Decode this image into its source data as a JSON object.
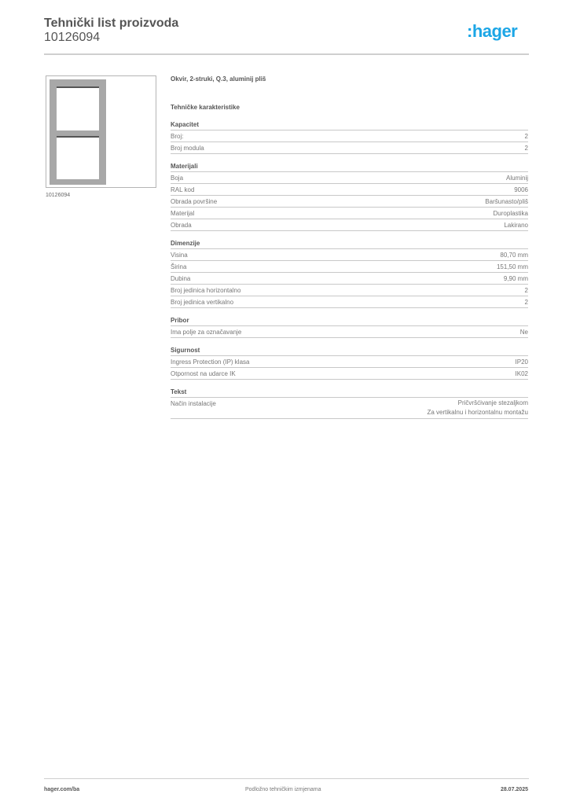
{
  "header": {
    "title": "Tehnički list proizvoda",
    "code": "10126094",
    "logo": ":hager",
    "logo_color": "#1ca6e6"
  },
  "product_image": {
    "caption": "10126094"
  },
  "product": {
    "name": "Okvir, 2-struki, Q.3, aluminij pliš",
    "section_title": "Tehničke karakteristike"
  },
  "groups": [
    {
      "title": "Kapacitet",
      "rows": [
        {
          "label": "Broj:",
          "value": "2"
        },
        {
          "label": "Broj modula",
          "value": "2"
        }
      ]
    },
    {
      "title": "Materijali",
      "rows": [
        {
          "label": "Boja",
          "value": "Aluminij"
        },
        {
          "label": "RAL kod",
          "value": "9006"
        },
        {
          "label": "Obrada površine",
          "value": "Baršunasto/pliš"
        },
        {
          "label": "Materijal",
          "value": "Duroplastika"
        },
        {
          "label": "Obrada",
          "value": "Lakirano"
        }
      ]
    },
    {
      "title": "Dimenzije",
      "rows": [
        {
          "label": "Visina",
          "value": "80,70 mm"
        },
        {
          "label": "Širina",
          "value": "151,50 mm"
        },
        {
          "label": "Dubina",
          "value": "9,90 mm"
        },
        {
          "label": "Broj jedinica horizontalno",
          "value": "2"
        },
        {
          "label": "Broj jedinica vertikalno",
          "value": "2"
        }
      ]
    },
    {
      "title": "Pribor",
      "rows": [
        {
          "label": "Ima polje za označavanje",
          "value": "Ne"
        }
      ]
    },
    {
      "title": "Sigurnost",
      "rows": [
        {
          "label": "Ingress Protection (IP) klasa",
          "value": "IP20"
        },
        {
          "label": "Otpornost na udarce IK",
          "value": "IK02"
        }
      ]
    },
    {
      "title": "Tekst",
      "rows": [
        {
          "label": "Način instalacije",
          "value": "Pričvršćivanje stezaljkom",
          "value2": "Za vertikalnu i horizontalnu montažu"
        }
      ]
    }
  ],
  "footer": {
    "left": "hager.com/ba",
    "center": "Podložno tehničkim izmjenama",
    "right": "28.07.2025"
  }
}
